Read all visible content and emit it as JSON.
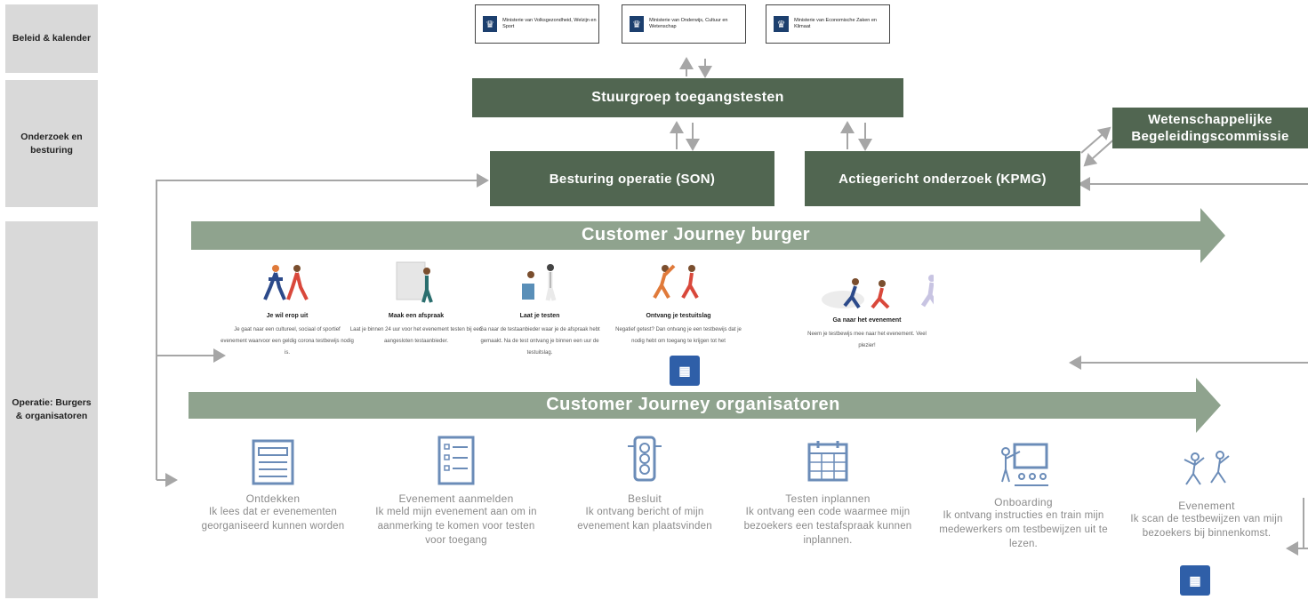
{
  "lanes": {
    "beleid": "Beleid & kalender",
    "onderzoek": "Onderzoek en besturing",
    "operatie": "Operatie: Burgers & organisatoren"
  },
  "ministries": [
    {
      "name": "Ministerie van Volksgezondheid, Welzijn en Sport",
      "crest_icon": "rijksoverheid-crest-icon"
    },
    {
      "name": "Ministerie van Onderwijs, Cultuur en Wetenschap",
      "crest_icon": "rijksoverheid-crest-icon"
    },
    {
      "name": "Ministerie van Economische Zaken en Klimaat",
      "crest_icon": "rijksoverheid-crest-icon"
    }
  ],
  "boxes": {
    "stuurgroep": "Stuurgroep toegangstesten",
    "son": "Besturing operatie (SON)",
    "kpmg": "Actiegericht onderzoek (KPMG)",
    "wbc": "Wetenschappelijke Begeleidingscommissie"
  },
  "journeys": {
    "burger": "Customer Journey burger",
    "organisatoren": "Customer Journey organisatoren"
  },
  "citizen_steps": [
    {
      "title": "Je wil erop uit",
      "desc": "Je gaat naar een cultureel, sociaal of sportief evenement waarvoor een geldig corona testbewijs nodig is.",
      "icon": "people-walking-icon"
    },
    {
      "title": "Maak een afspraak",
      "desc": "Laat je binnen 24 uur voor het evenement testen bij een aangesloten testaanbieder.",
      "icon": "appointment-icon"
    },
    {
      "title": "Laat je testen",
      "desc": "Ga naar de testaanbieder waar je de afspraak hebt gemaakt. Na de test ontvang je binnen een uur de testuitslag.",
      "icon": "testing-icon"
    },
    {
      "title": "Ontvang je testuitslag",
      "desc": "Negatief getest? Dan ontvang je een testbewijs dat je nodig hebt om toegang te krijgen tot het",
      "icon": "celebrating-people-icon"
    },
    {
      "title": "Ga naar het evenement",
      "desc": "Neem je testbewijs mee naar het evenement. Veel plezier!",
      "icon": "dancing-people-icon"
    }
  ],
  "org_steps": [
    {
      "title": "Ontdekken",
      "desc": "Ik lees dat er evenementen georganiseerd kunnen worden",
      "icon": "newspaper-icon"
    },
    {
      "title": "Evenement aanmelden",
      "desc": "Ik meld mijn evenement aan om in aanmerking te komen voor testen voor toegang",
      "icon": "checklist-icon"
    },
    {
      "title": "Besluit",
      "desc": "Ik ontvang bericht of mijn evenement kan plaatsvinden",
      "icon": "traffic-light-icon"
    },
    {
      "title": "Testen inplannen",
      "desc": "Ik ontvang een code waarmee mijn bezoekers een testafspraak kunnen inplannen.",
      "icon": "calendar-icon"
    },
    {
      "title": "Onboarding",
      "desc": "Ik ontvang instructies en train mijn medewerkers om testbewijzen uit te lezen.",
      "icon": "training-icon"
    },
    {
      "title": "Evenement",
      "desc": "Ik scan de testbewijzen van mijn bezoekers bij binnenkomst.",
      "icon": "dancing-people-icon"
    }
  ],
  "qr_icon": "qr-code-icon",
  "colors": {
    "box": "#516651",
    "band": "#8fa38e",
    "lane": "#d9d9d9",
    "arrow": "#a6a6a6"
  }
}
